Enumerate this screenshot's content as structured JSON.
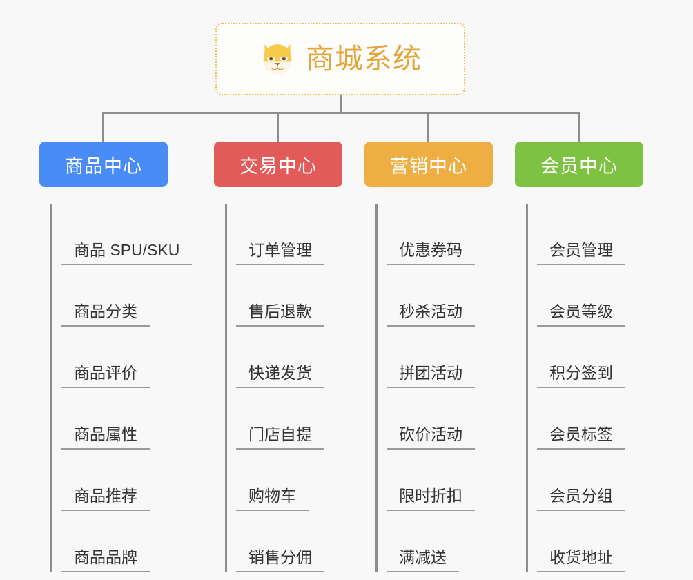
{
  "page": {
    "background_color": "#f8f8f8",
    "connector_color": "#8d8d8d",
    "leaf_text_color": "#333333",
    "leaf_underline_color": "#9a9a9a"
  },
  "root": {
    "title": "商城系统",
    "icon": "shiba-dog-face-icon",
    "title_color": "#e3a53a",
    "border_color": "#f2bb4a",
    "background_color": "#fdfdfc"
  },
  "branches": [
    {
      "label": "商品中心",
      "color": "#4a8cf5",
      "items": [
        "商品 SPU/SKU",
        "商品分类",
        "商品评价",
        "商品属性",
        "商品推荐",
        "商品品牌"
      ]
    },
    {
      "label": "交易中心",
      "color": "#e15b58",
      "items": [
        "订单管理",
        "售后退款",
        "快递发货",
        "门店自提",
        "购物车",
        "销售分佣"
      ]
    },
    {
      "label": "营销中心",
      "color": "#eeae43",
      "items": [
        "优惠券码",
        "秒杀活动",
        "拼团活动",
        "砍价活动",
        "限时折扣",
        "满减送"
      ]
    },
    {
      "label": "会员中心",
      "color": "#7dc242",
      "items": [
        "会员管理",
        "会员等级",
        "积分签到",
        "会员标签",
        "会员分组",
        "收货地址"
      ]
    }
  ]
}
